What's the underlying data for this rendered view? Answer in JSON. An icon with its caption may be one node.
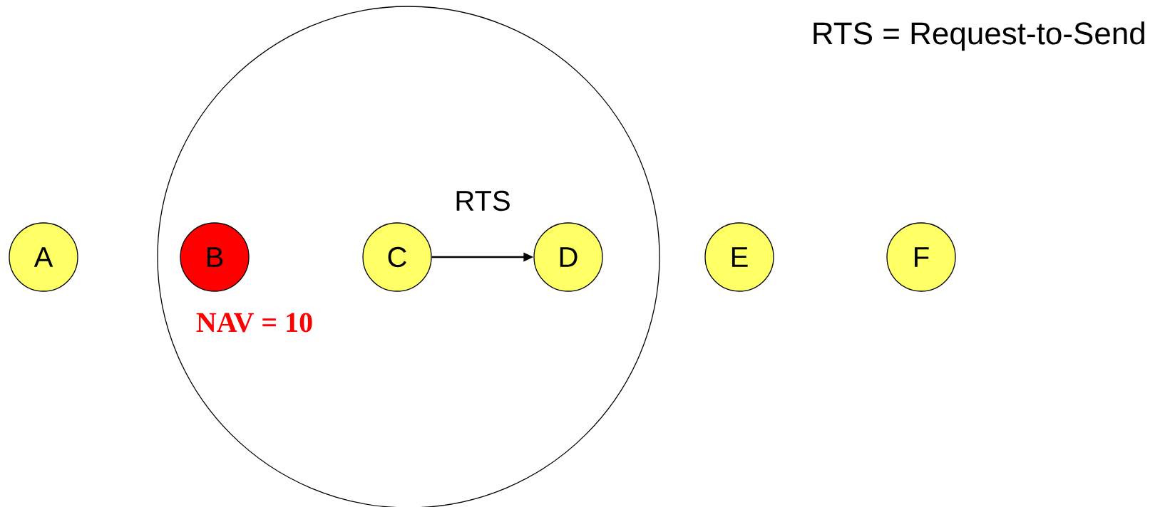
{
  "diagram": {
    "nodes": [
      {
        "text": [
          "A"
        ]
      },
      {
        "text": [],
        "shape": "circle"
      },
      {
        "text": [
          "B"
        ],
        "in": 1,
        "beside": [
          "NAV = 10"
        ]
      },
      {
        "text": [
          "C"
        ],
        "in": 1
      },
      {
        "text": [
          "D"
        ],
        "in": 1
      },
      {
        "text": [
          "E"
        ]
      },
      {
        "text": [
          "F"
        ]
      }
    ],
    "edges": [
      {
        "from": 3,
        "to": 4,
        "arrow": "to",
        "label": "RTS"
      }
    ],
    "labels": [
      "RTS = Request-to-Send"
    ]
  }
}
